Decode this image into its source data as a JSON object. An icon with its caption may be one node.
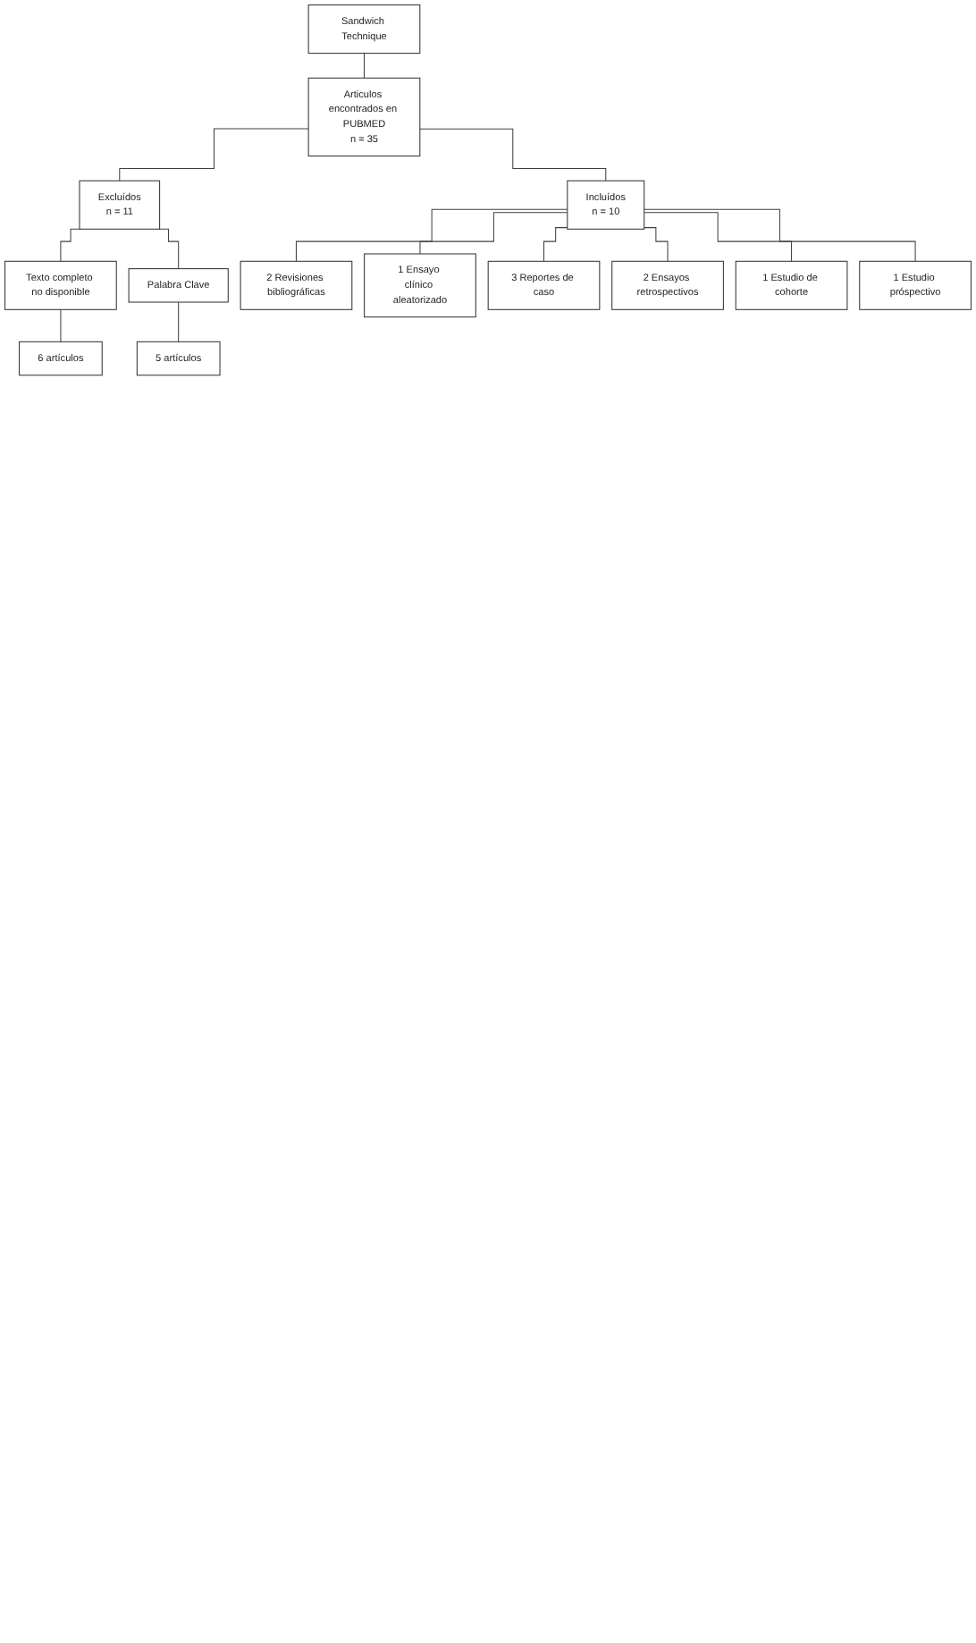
{
  "diagram": {
    "nodes": [
      {
        "text": [
          "Sandwich Technique"
        ]
      },
      {
        "text": [
          "Articulos encontrados en PUBMED",
          "n = 35"
        ]
      },
      {
        "text": [
          "Excluídos",
          "n = 11"
        ]
      },
      {
        "text": [
          "Incluídos",
          "n = 10"
        ]
      },
      {
        "text": [
          "Texto completo no disponible"
        ]
      },
      {
        "text": [
          "Palabra Clave"
        ]
      },
      {
        "text": [
          "6 artículos"
        ]
      },
      {
        "text": [
          "5 artículos"
        ]
      },
      {
        "text": [
          "2 Revisiones bibliográficas"
        ]
      },
      {
        "text": [
          "1 Ensayo clínico aleatorizado"
        ]
      },
      {
        "text": [
          "3 Reportes de caso"
        ]
      },
      {
        "text": [
          "2 Ensayos retrospectivos"
        ]
      },
      {
        "text": [
          "1 Estudio de cohorte"
        ]
      },
      {
        "text": [
          "1 Estudio próspectivo"
        ]
      }
    ],
    "edges": [
      {
        "from": 0,
        "to": 1,
        "arrow": "none"
      },
      {
        "from": 1,
        "to": 2,
        "arrow": "none"
      },
      {
        "from": 1,
        "to": 3,
        "arrow": "none"
      },
      {
        "from": 2,
        "to": 4,
        "arrow": "none"
      },
      {
        "from": 2,
        "to": 5,
        "arrow": "none"
      },
      {
        "from": 4,
        "to": 6,
        "arrow": "none"
      },
      {
        "from": 5,
        "to": 7,
        "arrow": "none"
      },
      {
        "from": 3,
        "to": 8,
        "arrow": "none"
      },
      {
        "from": 3,
        "to": 9,
        "arrow": "none"
      },
      {
        "from": 3,
        "to": 10,
        "arrow": "none"
      },
      {
        "from": 3,
        "to": 11,
        "arrow": "none"
      },
      {
        "from": 3,
        "to": 12,
        "arrow": "none"
      },
      {
        "from": 3,
        "to": 13,
        "arrow": "none"
      }
    ]
  }
}
